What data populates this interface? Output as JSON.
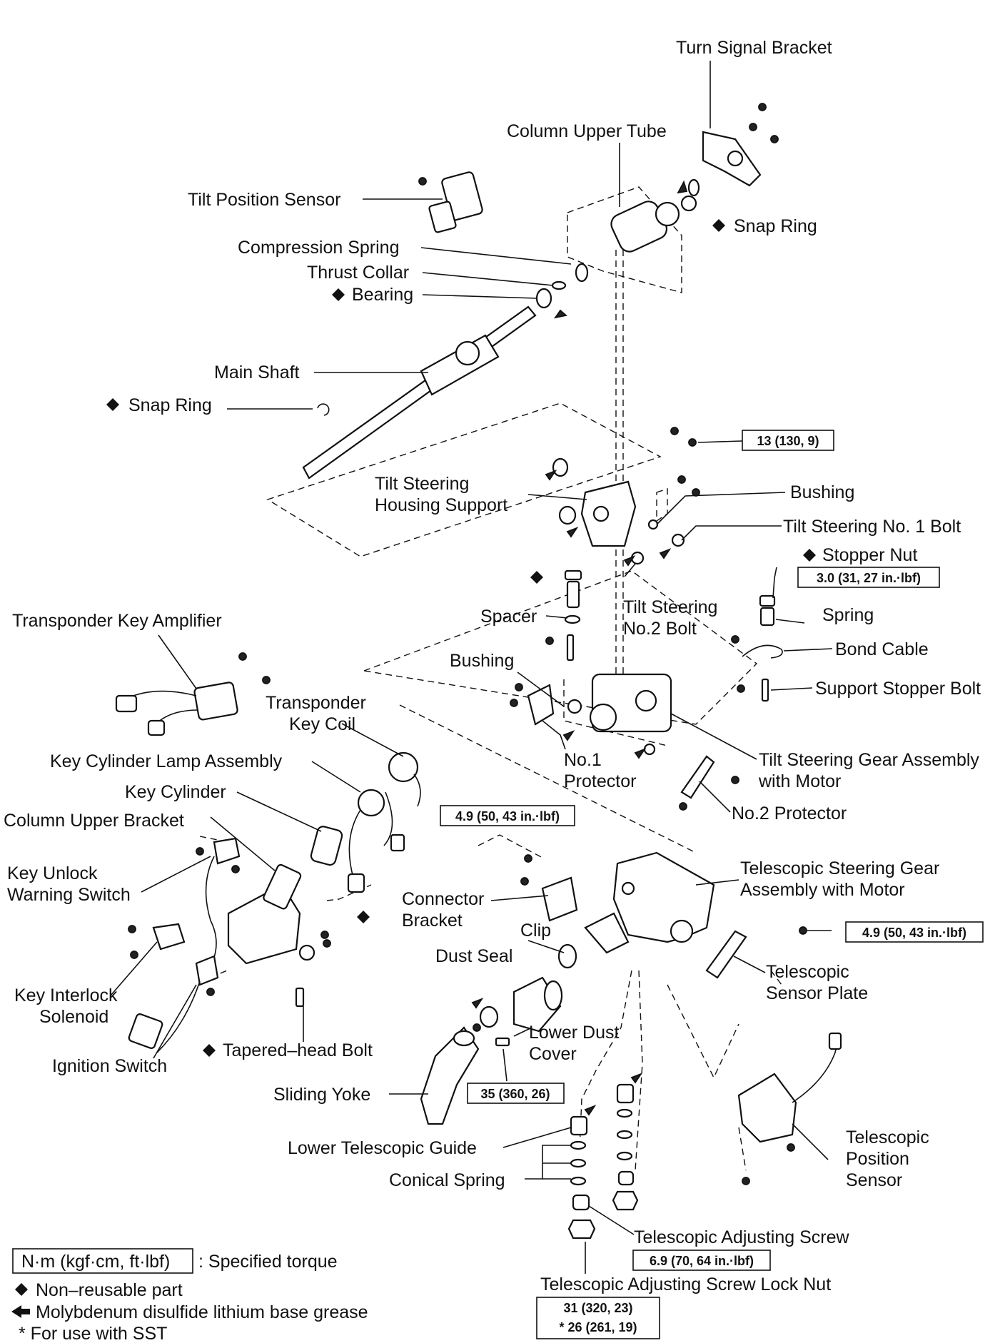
{
  "labels": {
    "turn_signal_bracket": "Turn Signal Bracket",
    "column_upper_tube": "Column Upper Tube",
    "tilt_position_sensor": "Tilt Position Sensor",
    "snap_ring_upper": "Snap Ring",
    "compression_spring": "Compression Spring",
    "thrust_collar": "Thrust Collar",
    "bearing": "Bearing",
    "main_shaft": "Main Shaft",
    "snap_ring_lower": "Snap Ring",
    "tilt_housing_support_1": "Tilt Steering",
    "tilt_housing_support_2": "Housing Support",
    "bushing_upper": "Bushing",
    "tilt_no1_bolt": "Tilt Steering No. 1 Bolt",
    "stopper_nut": "Stopper Nut",
    "spring": "Spring",
    "bond_cable": "Bond Cable",
    "support_stopper_bolt": "Support Stopper Bolt",
    "spacer": "Spacer",
    "tilt_no2_bolt_1": "Tilt Steering",
    "tilt_no2_bolt_2": "No.2 Bolt",
    "transponder_amp": "Transponder Key Amplifier",
    "bushing_lower": "Bushing",
    "transponder_coil_1": "Transponder",
    "transponder_coil_2": "Key Coil",
    "no1_protector_1": "No.1",
    "no1_protector_2": "Protector",
    "tilt_gear_1": "Tilt Steering Gear Assembly",
    "tilt_gear_2": "with Motor",
    "key_cyl_lamp": "Key Cylinder Lamp Assembly",
    "key_cylinder": "Key Cylinder",
    "column_upper_bracket": "Column Upper Bracket",
    "no2_protector": "No.2 Protector",
    "key_unlock_1": "Key Unlock",
    "key_unlock_2": "Warning Switch",
    "telescopic_gear_1": "Telescopic Steering Gear",
    "telescopic_gear_2": "Assembly with Motor",
    "connector_bracket_1": "Connector",
    "connector_bracket_2": "Bracket",
    "clip": "Clip",
    "dust_seal": "Dust Seal",
    "telescopic_sensor_plate_1": "Telescopic",
    "telescopic_sensor_plate_2": "Sensor Plate",
    "key_interlock_1": "Key Interlock",
    "key_interlock_2": "Solenoid",
    "lower_dust_cover_1": "Lower Dust",
    "lower_dust_cover_2": "Cover",
    "tapered_bolt": "Tapered–head Bolt",
    "ignition_switch": "Ignition Switch",
    "sliding_yoke": "Sliding Yoke",
    "lower_telescopic_guide": "Lower Telescopic Guide",
    "conical_spring": "Conical Spring",
    "telescopic_pos_sensor_1": "Telescopic",
    "telescopic_pos_sensor_2": "Position",
    "telescopic_pos_sensor_3": "Sensor",
    "telescopic_adj_screw": "Telescopic Adjusting Screw",
    "telescopic_lock_nut": "Telescopic Adjusting Screw Lock Nut"
  },
  "torques": {
    "housing_support": "13 (130, 9)",
    "stopper_nut": "3.0 (31, 27 in.·lbf)",
    "connector_bracket": "4.9 (50, 43 in.·lbf)",
    "sensor_plate": "4.9 (50, 43 in.·lbf)",
    "sliding_yoke": "35 (360, 26)",
    "adj_screw": "6.9 (70, 64 in.·lbf)",
    "lock_nut_1": "31 (320, 23)",
    "lock_nut_2": "* 26 (261, 19)"
  },
  "legend": {
    "torque_unit": "N·m (kgf·cm, ft·lbf)",
    "torque_desc": ": Specified torque",
    "non_reusable": "Non–reusable part",
    "grease": "Molybdenum disulfide lithium base grease",
    "sst": "* For use with SST"
  }
}
